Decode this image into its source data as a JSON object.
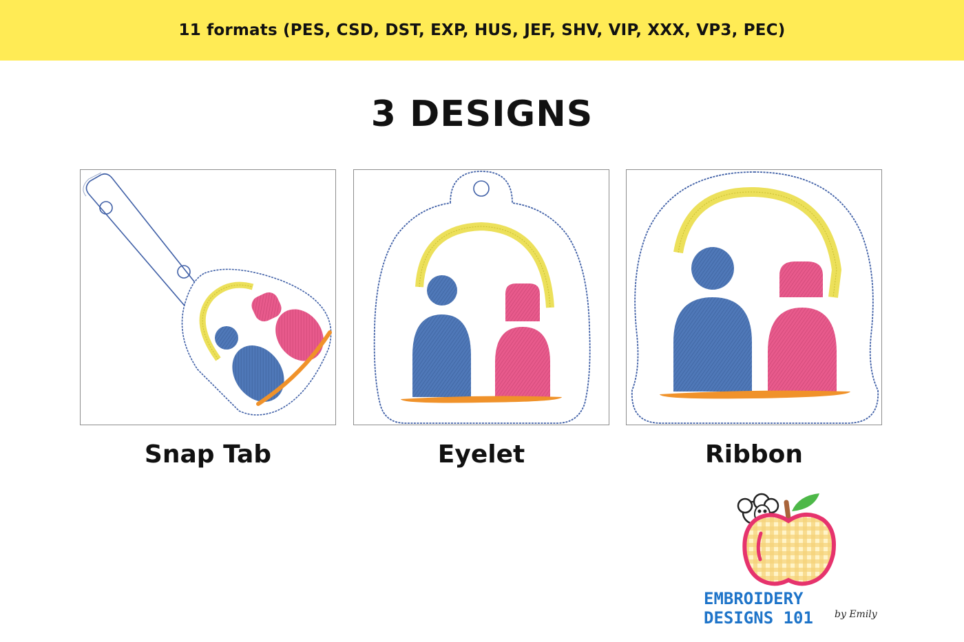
{
  "banner": {
    "text": "11 formats (PES, CSD, DST, EXP, HUS, JEF, SHV, VIP, XXX, VP3, PEC)"
  },
  "heading": {
    "text": "3 DESIGNS"
  },
  "designs": [
    {
      "label": "Snap Tab"
    },
    {
      "label": "Eyelet"
    },
    {
      "label": "Ribbon"
    }
  ],
  "logo": {
    "text": "EMBROIDERY DESIGNS 101",
    "subtext": "by Emily",
    "icon": "apple-with-sheep-icon"
  },
  "colors": {
    "banner": "#ffeb55",
    "outline": "#4a68a8",
    "blue_figure": "#4f78b8",
    "pink_figure": "#e85a8c",
    "arch": "#ece05a",
    "bench": "#f0922a",
    "logo_text": "#1e74c9"
  }
}
